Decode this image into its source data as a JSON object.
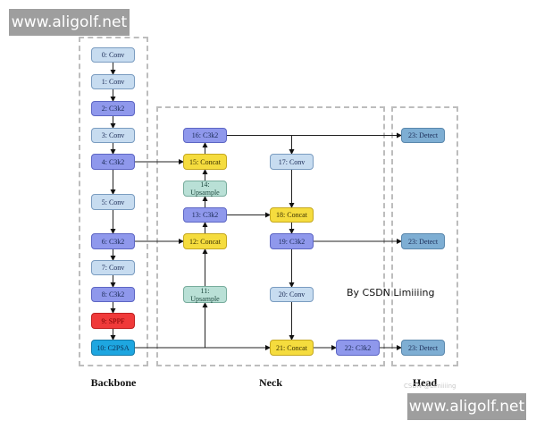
{
  "watermarks": {
    "top": "www.aligolf.net",
    "bottom": "www.aligolf.net"
  },
  "credit": "By CSDN Limiiiing",
  "csdn_mark": "CSDN @Limiiiing",
  "groups": {
    "backbone": "Backbone",
    "neck": "Neck",
    "head": "Head"
  },
  "nodes": {
    "n0": "0: Conv",
    "n1": "1: Conv",
    "n2": "2: C3k2",
    "n3": "3: Conv",
    "n4": "4: C3k2",
    "n5": "5: Conv",
    "n6": "6: C3k2",
    "n7": "7: Conv",
    "n8": "8: C3k2",
    "n9": "9: SPPF",
    "n10": "10: C2PSA",
    "n11": "11:\nUpsample",
    "n12": "12: Concat",
    "n13": "13: C3k2",
    "n14": "14:\nUpsample",
    "n15": "15: Concat",
    "n16": "16: C3k2",
    "n17": "17: Conv",
    "n18": "18: Concat",
    "n19": "19: C3k2",
    "n20": "20: Conv",
    "n21": "21: Concat",
    "n22": "22: C3k2",
    "n23a": "23: Detect",
    "n23b": "23: Detect",
    "n23c": "23: Detect"
  },
  "colors": {
    "conv": "#c7dcf0",
    "c3k2": "#8f98ec",
    "concat": "#f5dc3e",
    "upsample": "#b9e0d6",
    "sppf": "#f03a3a",
    "c2psa": "#1ea6e0",
    "detect": "#7eaed3"
  },
  "edges": [
    [
      "n0",
      "n1"
    ],
    [
      "n1",
      "n2"
    ],
    [
      "n2",
      "n3"
    ],
    [
      "n3",
      "n4"
    ],
    [
      "n4",
      "n5"
    ],
    [
      "n5",
      "n6"
    ],
    [
      "n6",
      "n7"
    ],
    [
      "n7",
      "n8"
    ],
    [
      "n8",
      "n9"
    ],
    [
      "n9",
      "n10"
    ],
    [
      "n4",
      "n15"
    ],
    [
      "n6",
      "n12"
    ],
    [
      "n10",
      "n11"
    ],
    [
      "n10",
      "n21"
    ],
    [
      "n11",
      "n12"
    ],
    [
      "n12",
      "n13"
    ],
    [
      "n13",
      "n14"
    ],
    [
      "n14",
      "n15"
    ],
    [
      "n15",
      "n16"
    ],
    [
      "n16",
      "n17"
    ],
    [
      "n16",
      "n23a"
    ],
    [
      "n13",
      "n18"
    ],
    [
      "n17",
      "n18"
    ],
    [
      "n18",
      "n19"
    ],
    [
      "n19",
      "n20"
    ],
    [
      "n19",
      "n23b"
    ],
    [
      "n20",
      "n21"
    ],
    [
      "n21",
      "n22"
    ],
    [
      "n22",
      "n23c"
    ]
  ]
}
